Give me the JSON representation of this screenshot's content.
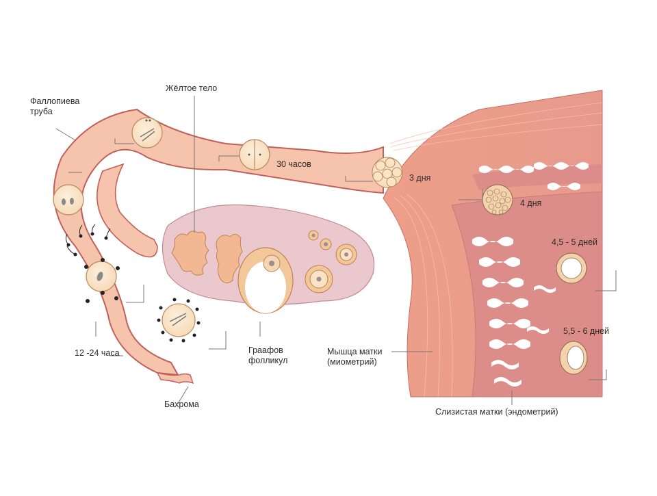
{
  "labels": {
    "fallopian_tube": "Фаллопиева труба",
    "corpus_luteum": "Жёлтое тело",
    "h30": "30 часов",
    "d3": "3 дня",
    "d4": "4 дня",
    "d45_5": "4,5 - 5 дней",
    "d55_6": "5,5 - 6 дней",
    "h12_24": "12 -24 часа",
    "graafian_follicle": "Граафов фолликул",
    "myometrium": "Мышца матки (миометрий)",
    "endometrium": "Слизистая матки (эндометрий)",
    "fimbriae": "Бахрома"
  },
  "colors": {
    "tube_stroke": "#c0605a",
    "tube_fill": "#f3b8a0",
    "ovary": "#e8c6cc",
    "muscle": "#e39b8b",
    "endometrium": "#d98a86",
    "egg": "#fbe3c6",
    "egg_stroke": "#b9895a",
    "follicle": "#f2c79a"
  }
}
